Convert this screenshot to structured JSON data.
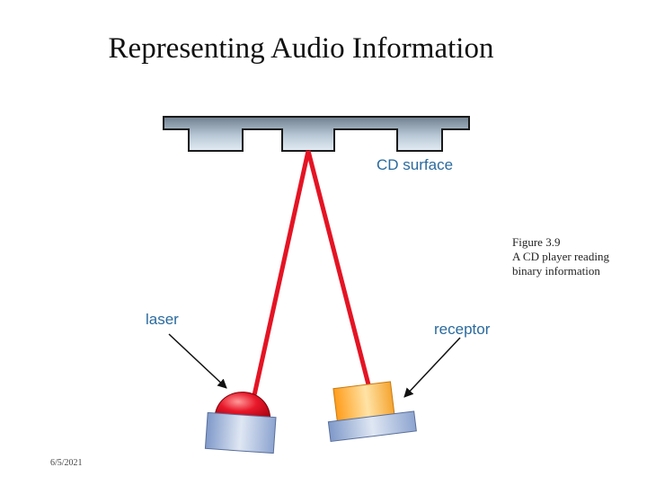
{
  "slide": {
    "title": "Representing Audio Information",
    "date": "6/5/2021"
  },
  "caption": {
    "line1": "Figure 3.9",
    "line2": "A CD player reading",
    "line3": "binary information"
  },
  "diagram": {
    "cd_surface_label": "CD surface",
    "laser_label": "laser",
    "receptor_label": "receptor"
  }
}
